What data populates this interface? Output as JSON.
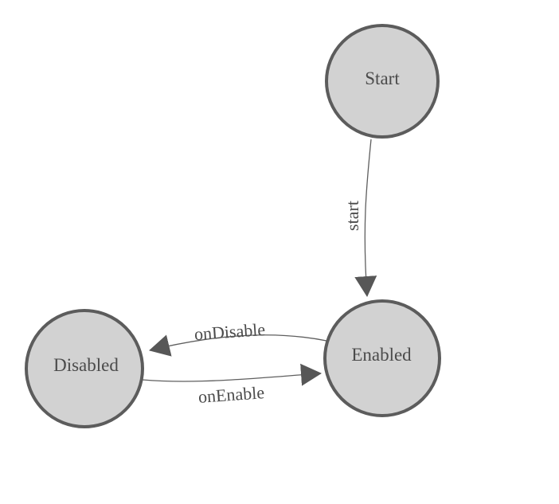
{
  "diagram": {
    "kind": "state-machine",
    "colors": {
      "background": "#ffffff",
      "node_fill": "#d2d2d2",
      "node_stroke": "#5c5c5c",
      "edge": "#5f5f5f",
      "arrow": "#575757",
      "text": "#4b4b4b"
    },
    "nodes": [
      {
        "id": "start",
        "label": "Start"
      },
      {
        "id": "enabled",
        "label": "Enabled"
      },
      {
        "id": "disabled",
        "label": "Disabled"
      }
    ],
    "edges": [
      {
        "id": "start-to-enabled",
        "label": "start",
        "from": "Start",
        "to": "Enabled"
      },
      {
        "id": "enabled-to-disabled",
        "label": "onDisable",
        "from": "Enabled",
        "to": "Disabled"
      },
      {
        "id": "disabled-to-enabled",
        "label": "onEnable",
        "from": "Disabled",
        "to": "Enabled"
      }
    ]
  }
}
